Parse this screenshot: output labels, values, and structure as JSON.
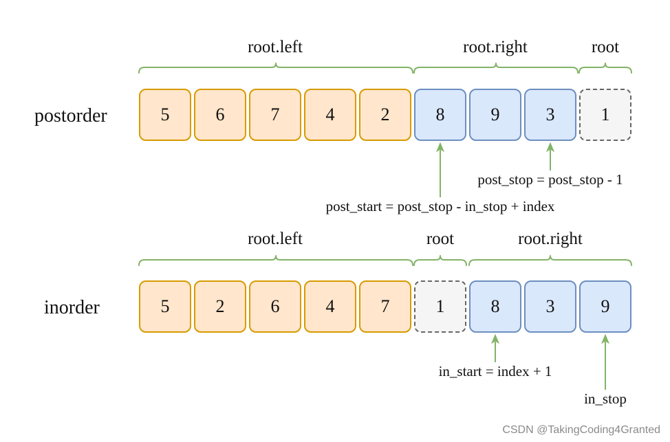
{
  "colors": {
    "left_fill": "#ffe6cc",
    "left_border": "#d79b00",
    "right_fill": "#dae8fc",
    "right_border": "#6c8ebf",
    "root_fill": "#f5f5f5",
    "root_border": "#666666",
    "brace": "#82b366",
    "arrow": "#82b366"
  },
  "postorder": {
    "label": "postorder",
    "cells": [
      {
        "value": "5",
        "kind": "left"
      },
      {
        "value": "6",
        "kind": "left"
      },
      {
        "value": "7",
        "kind": "left"
      },
      {
        "value": "4",
        "kind": "left"
      },
      {
        "value": "2",
        "kind": "left"
      },
      {
        "value": "8",
        "kind": "right"
      },
      {
        "value": "9",
        "kind": "right"
      },
      {
        "value": "3",
        "kind": "right"
      },
      {
        "value": "1",
        "kind": "root"
      }
    ],
    "groups": [
      {
        "label": "root.left"
      },
      {
        "label": "root.right"
      },
      {
        "label": "root"
      }
    ],
    "annotations": [
      {
        "text": "post_stop = post_stop - 1"
      },
      {
        "text": "post_start = post_stop - in_stop + index"
      }
    ]
  },
  "inorder": {
    "label": "inorder",
    "cells": [
      {
        "value": "5",
        "kind": "left"
      },
      {
        "value": "2",
        "kind": "left"
      },
      {
        "value": "6",
        "kind": "left"
      },
      {
        "value": "4",
        "kind": "left"
      },
      {
        "value": "7",
        "kind": "left"
      },
      {
        "value": "1",
        "kind": "root"
      },
      {
        "value": "8",
        "kind": "right"
      },
      {
        "value": "3",
        "kind": "right"
      },
      {
        "value": "9",
        "kind": "right"
      }
    ],
    "groups": [
      {
        "label": "root.left"
      },
      {
        "label": "root"
      },
      {
        "label": "root.right"
      }
    ],
    "annotations": [
      {
        "text": "in_start = index + 1"
      },
      {
        "text": "in_stop"
      }
    ]
  },
  "watermark": "CSDN @TakingCoding4Granted"
}
